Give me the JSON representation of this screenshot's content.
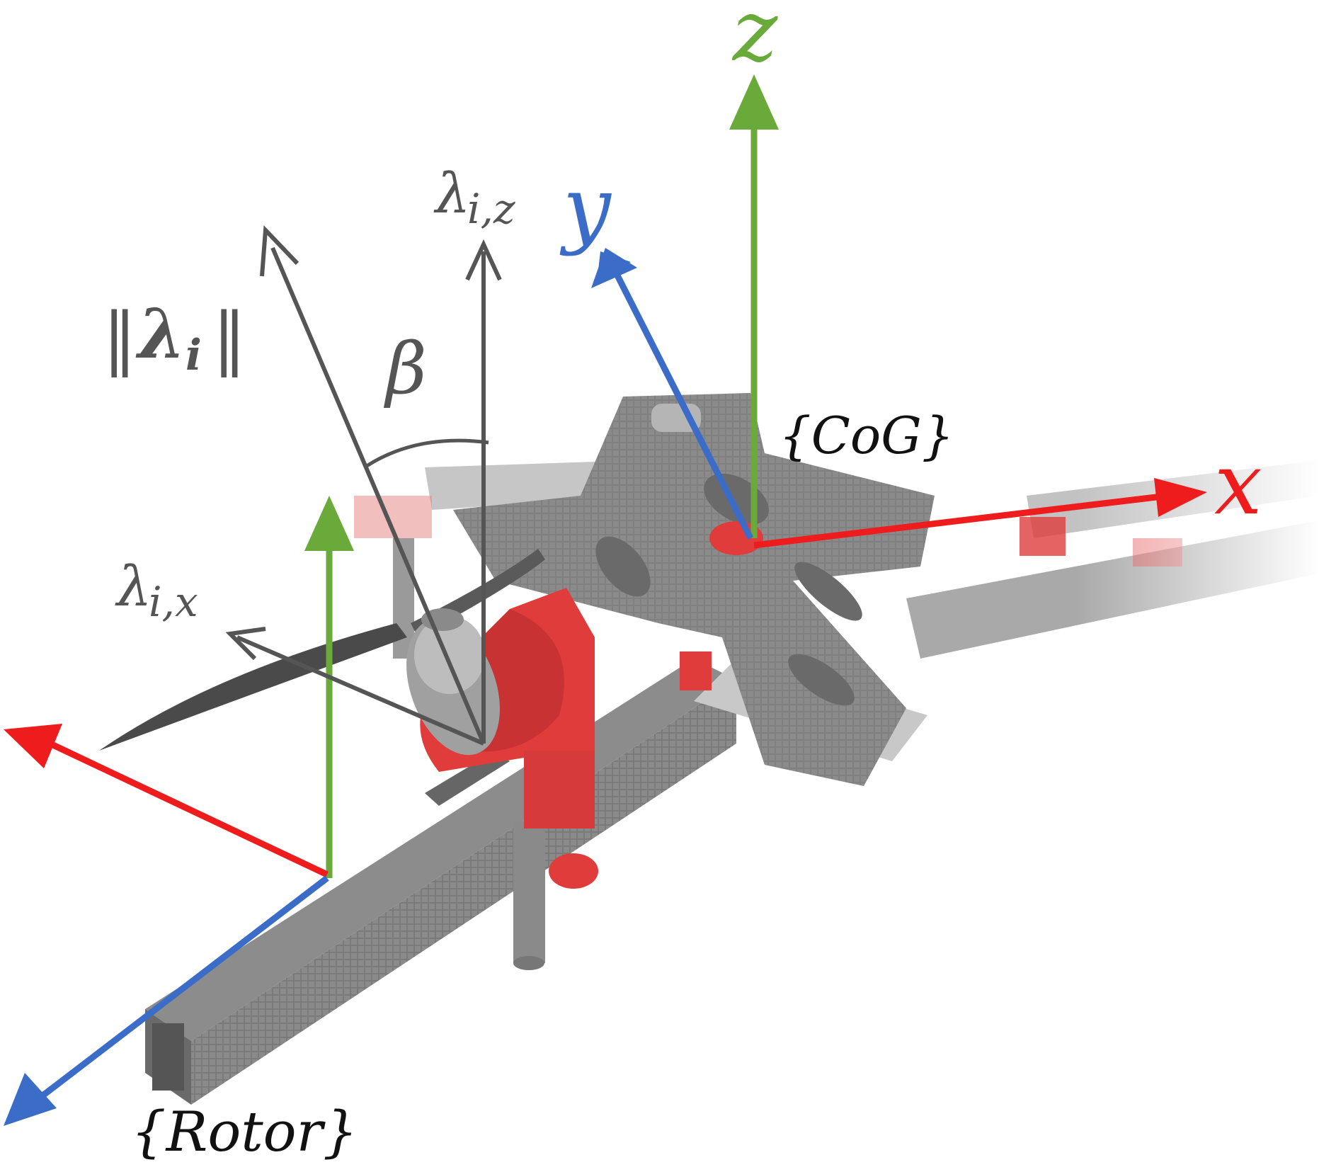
{
  "colors": {
    "x_axis": "#ee1c1c",
    "y_axis": "#3a6cc8",
    "z_axis": "#6aaa3a",
    "lambda_vectors": "#555555",
    "frame_carbon": "#8c8c8c",
    "frame_dark": "#5a5a5a",
    "mount_red": "#e03c3c",
    "motor_gray": "#a0a0a0"
  },
  "labels": {
    "z": "z",
    "y": "y",
    "x": "x",
    "cog": "{CoG}",
    "rotor": "{Rotor}",
    "beta": "β",
    "lambda_norm_left": "‖",
    "lambda_norm_symbol": "λ",
    "lambda_norm_sub": "i",
    "lambda_norm_right": "‖",
    "lambda_z_symbol": "λ",
    "lambda_z_sub": "i,z",
    "lambda_x_symbol": "λ",
    "lambda_x_sub": "i,x"
  }
}
